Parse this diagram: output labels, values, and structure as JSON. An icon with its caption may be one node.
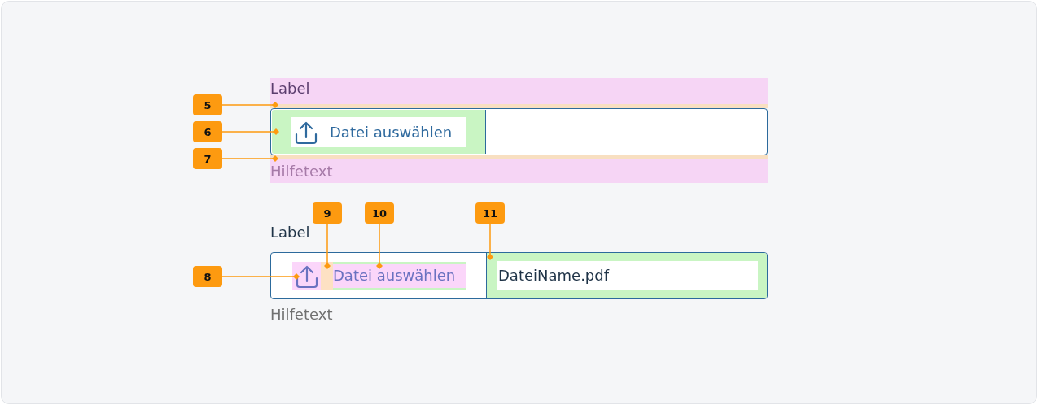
{
  "diagram": {
    "nodes": [
      {
        "text": [
          "5"
        ]
      },
      {
        "text": [
          "6"
        ]
      },
      {
        "text": [
          "7"
        ]
      },
      {
        "text": [
          "Label"
        ]
      },
      {
        "text": [],
        "shape": "bar"
      },
      {
        "text": [],
        "shape": "box"
      },
      {
        "text": [
          "Datei auswählen"
        ],
        "in": 5
      },
      {
        "text": [],
        "shape": "bar"
      },
      {
        "text": [
          "Hilfetext"
        ]
      },
      {
        "text": [
          "9"
        ]
      },
      {
        "text": [
          "10"
        ]
      },
      {
        "text": [
          "11"
        ]
      },
      {
        "text": [
          "8"
        ]
      },
      {
        "text": [],
        "shape": "box"
      },
      {
        "text": [],
        "shape": "picture",
        "in": 13
      },
      {
        "text": [],
        "shape": "bar",
        "in": 13
      },
      {
        "text": [
          "Datei auswählen"
        ],
        "in": 13
      },
      {
        "text": [
          "DateiName.pdf"
        ],
        "in": 13
      }
    ],
    "edges": [
      {
        "from": 0,
        "to": 4,
        "arrow": "other"
      },
      {
        "from": 1,
        "to": 6,
        "arrow": "other"
      },
      {
        "from": 2,
        "to": 7,
        "arrow": "other"
      },
      {
        "from": 12,
        "to": 14,
        "arrow": "other"
      },
      {
        "from": 9,
        "to": 15,
        "arrow": "other"
      },
      {
        "from": 10,
        "to": 16,
        "arrow": "other"
      },
      {
        "from": 11,
        "to": 17,
        "arrow": "other"
      }
    ],
    "labels": [
      "Label",
      "Hilfetext"
    ]
  }
}
